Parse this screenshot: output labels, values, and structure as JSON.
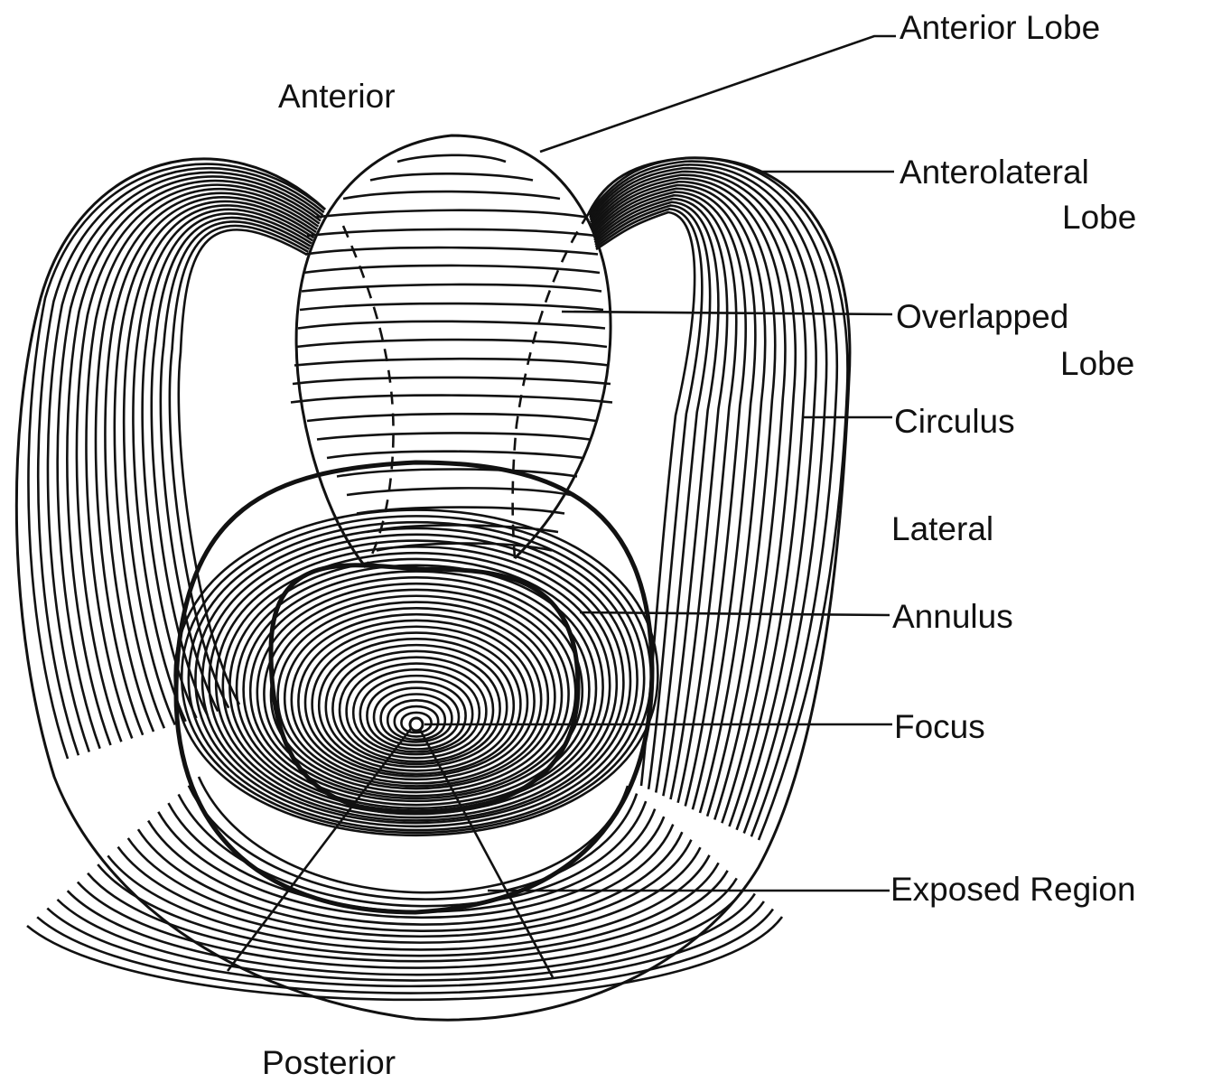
{
  "figure": {
    "orientation": {
      "anterior": "Anterior",
      "posterior": "Posterior",
      "lateral": "Lateral"
    },
    "labels": {
      "anterior_lobe": "Anterior  Lobe",
      "anterolateral_line1": "Anterolateral",
      "anterolateral_line2": "Lobe",
      "overlapped_line1": "Overlapped",
      "overlapped_line2": "Lobe",
      "circulus": "Circulus",
      "annulus": "Annulus",
      "focus": "Focus",
      "exposed_region": "Exposed Region"
    },
    "colors": {
      "ink": "#111111",
      "background": "#ffffff"
    }
  }
}
